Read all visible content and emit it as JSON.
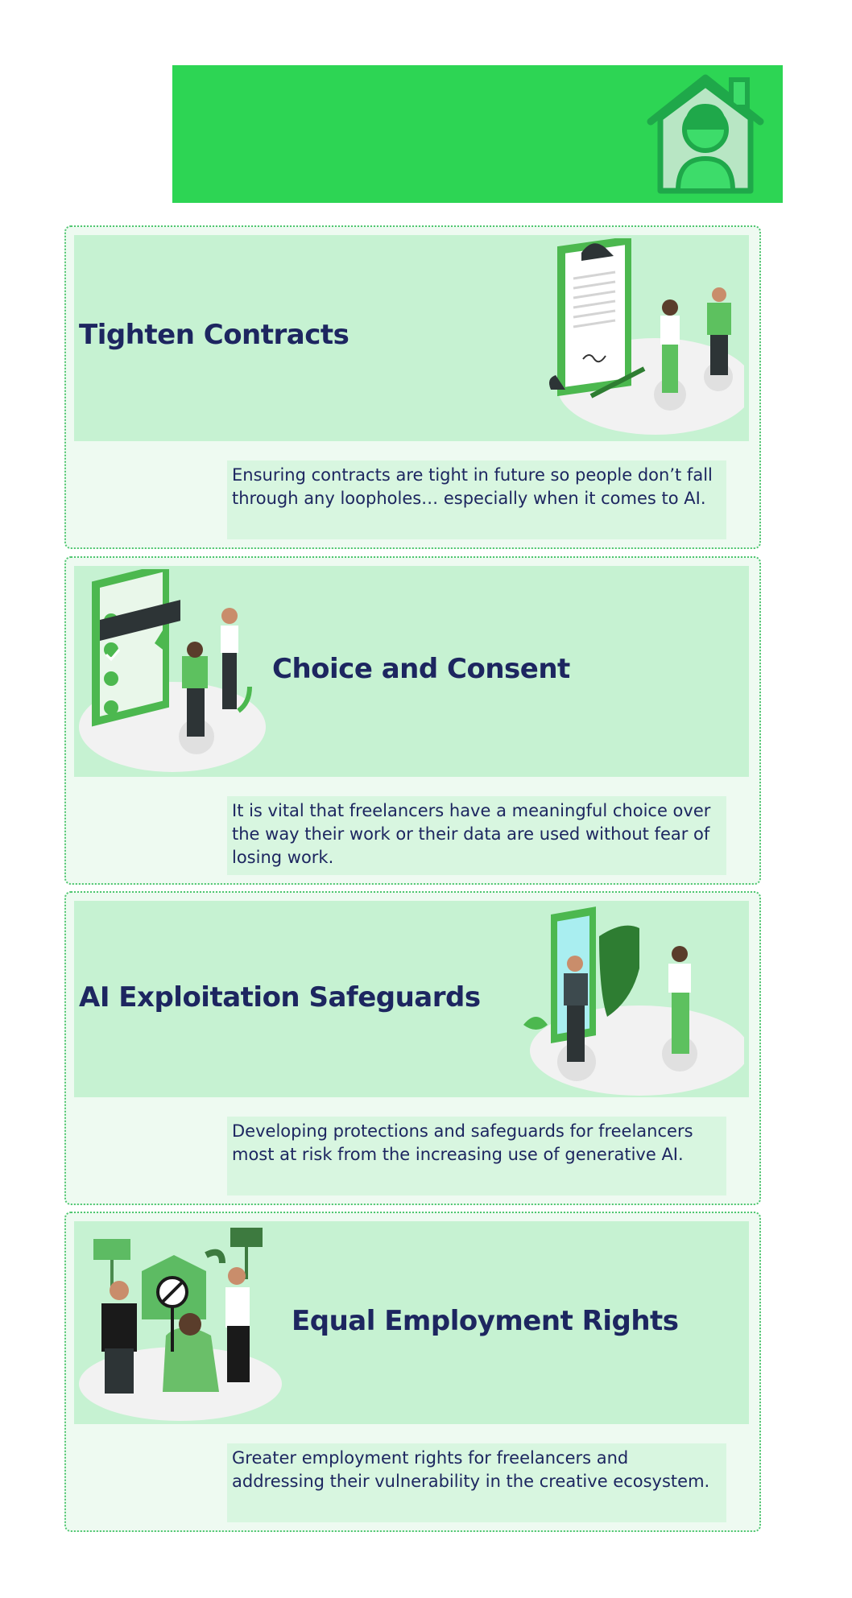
{
  "sections": [
    {
      "title": "Tighten Contracts",
      "description": "Ensuring contracts are tight in future so people don’t fall through any loopholes… especially when it comes to AI."
    },
    {
      "title": "Choice and Consent",
      "description": "It is vital that freelancers have a meaningful choice over the way their work or their data are used without fear of losing work."
    },
    {
      "title": "AI Exploitation Safeguards",
      "description": "Developing protections and safeguards for freelancers most at risk from the increasing use of generative AI."
    },
    {
      "title": "Equal Employment Rights",
      "description": "Greater employment rights for freelancers and addressing their vulnerability in the creative ecosystem."
    }
  ],
  "colors": {
    "banner": "#2dd554",
    "title_text": "#1d2660",
    "card_border": "#4fc670",
    "hero_bg": "#c6f2d2",
    "card_bg": "#eefaf1"
  },
  "icons": [
    "house-person-icon",
    "contract-signing-illustration",
    "checklist-consent-illustration",
    "shield-safeguard-illustration",
    "protest-rights-illustration"
  ]
}
